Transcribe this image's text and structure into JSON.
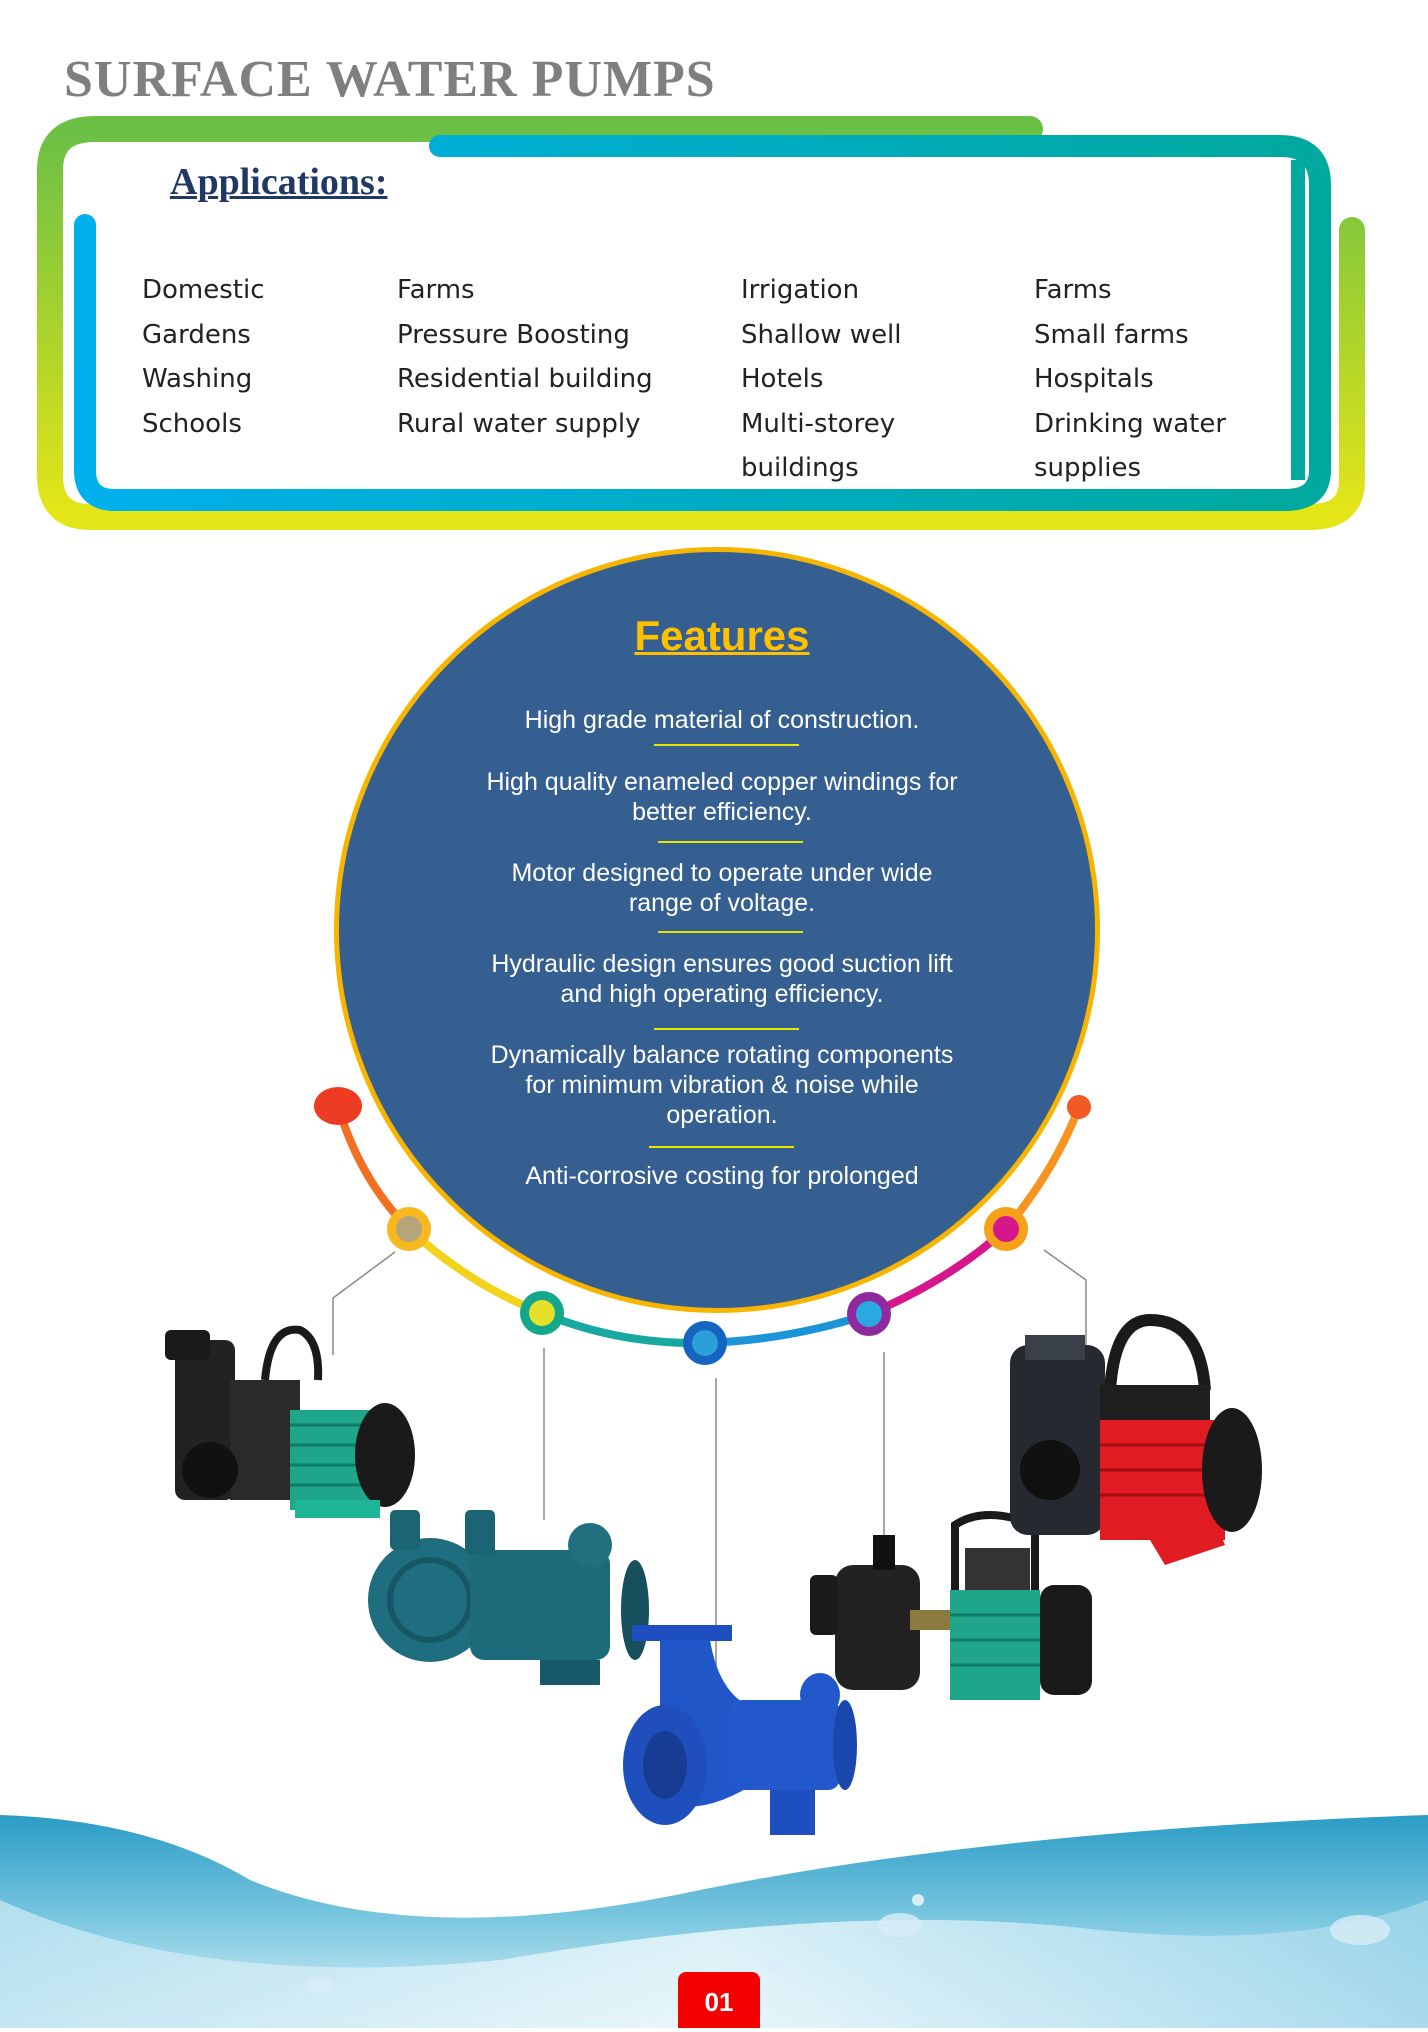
{
  "title": "SURFACE WATER PUMPS",
  "applications": {
    "heading": "Applications:",
    "columns": [
      [
        "Domestic",
        "Gardens",
        "Washing",
        "Schools"
      ],
      [
        "Farms",
        "Pressure Boosting",
        "Residential building",
        "Rural water supply"
      ],
      [
        "Irrigation",
        "Shallow well",
        "Hotels",
        "Multi-storey",
        "buildings"
      ],
      [
        "Farms",
        "Small farms",
        "Hospitals",
        "Drinking water",
        "supplies"
      ]
    ]
  },
  "features": {
    "heading": "Features",
    "items": [
      [
        "High grade material of construction."
      ],
      [
        "High quality enameled copper windings for",
        "better efficiency."
      ],
      [
        "Motor designed to operate under wide",
        "range of voltage."
      ],
      [
        "Hydraulic design ensures good suction lift",
        "and high operating efficiency."
      ],
      [
        "Dynamically balance rotating components",
        "for minimum vibration & noise while",
        "operation."
      ],
      [
        "Anti-corrosive costing for prolonged"
      ]
    ]
  },
  "colors": {
    "title": "#7f7f7f",
    "circle_fill": "#365f91",
    "circle_border": "#f7b500",
    "heading_yellow": "#ffc000",
    "page_number_bg": "#f40000"
  },
  "page_number": "01"
}
